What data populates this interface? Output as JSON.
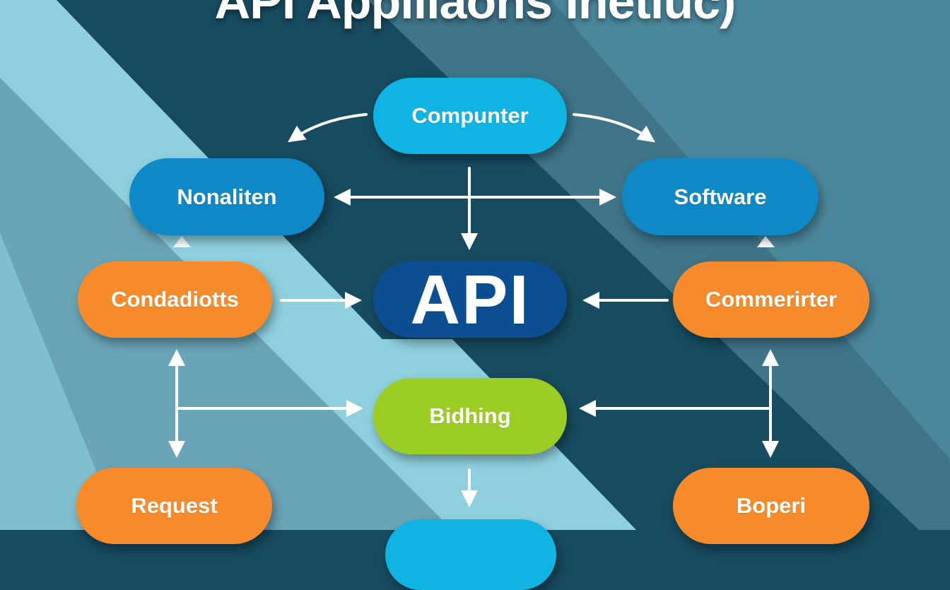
{
  "title": "API Appiliaons Inetiuc)",
  "colors": {
    "background": "#174b5f",
    "stripe_light": "#8fd0de",
    "stripe_mid": "#6aa4b7",
    "stripe_right": "#4a8399",
    "cyan": "#0fb4e2",
    "blue": "#0e88c6",
    "orange": "#f78b2c",
    "green": "#9ccd25",
    "navy": "#0c4e92",
    "arrow": "#ffffff"
  },
  "nodes": {
    "computer": {
      "label": "Compunter",
      "color": "cyan"
    },
    "nonaliten": {
      "label": "Nonaliten",
      "color": "blue"
    },
    "software": {
      "label": "Software",
      "color": "blue"
    },
    "condadiotts": {
      "label": "Condadiotts",
      "color": "orange"
    },
    "api": {
      "label": "API",
      "color": "navy"
    },
    "commerirter": {
      "label": "Commerirter",
      "color": "orange"
    },
    "biding": {
      "label": "Bidhing",
      "color": "green"
    },
    "request": {
      "label": "Request",
      "color": "orange"
    },
    "boperi": {
      "label": "Boperi",
      "color": "orange"
    },
    "bottom_center": {
      "label": "",
      "color": "cyan"
    }
  },
  "edges": [
    {
      "from": "computer",
      "to": "nonaliten",
      "style": "curved"
    },
    {
      "from": "computer",
      "to": "software",
      "style": "curved"
    },
    {
      "from": "computer",
      "to": "api",
      "style": "straight"
    },
    {
      "from": "center",
      "to": "nonaliten",
      "style": "straight"
    },
    {
      "from": "center",
      "to": "software",
      "style": "straight"
    },
    {
      "from": "condadiotts",
      "to": "api",
      "style": "straight"
    },
    {
      "from": "commerirter",
      "to": "api",
      "style": "straight"
    },
    {
      "from": "condadiotts",
      "to": "nonaliten",
      "style": "straight"
    },
    {
      "from": "commerirter",
      "to": "software",
      "style": "straight"
    },
    {
      "from": "left-trunk",
      "to": "condadiotts",
      "style": "straight"
    },
    {
      "from": "left-trunk",
      "to": "request",
      "style": "straight"
    },
    {
      "from": "left-trunk",
      "to": "biding",
      "style": "straight"
    },
    {
      "from": "right-trunk",
      "to": "commerirter",
      "style": "straight"
    },
    {
      "from": "right-trunk",
      "to": "boperi",
      "style": "straight"
    },
    {
      "from": "right-trunk",
      "to": "biding",
      "style": "straight"
    },
    {
      "from": "biding",
      "to": "bottom_center",
      "style": "straight"
    }
  ]
}
